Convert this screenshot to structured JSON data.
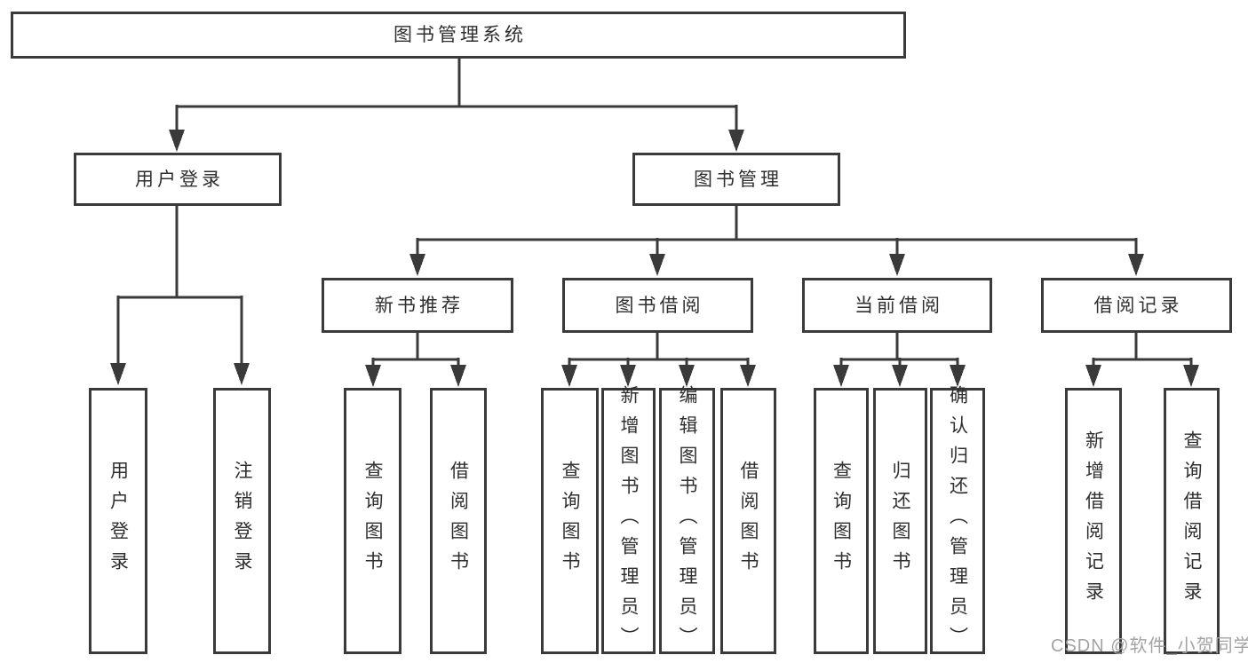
{
  "diagram": {
    "root": {
      "label": "图书管理系统"
    },
    "level2": [
      {
        "label": "用户登录"
      },
      {
        "label": "图书管理"
      }
    ],
    "level3": [
      {
        "label": "新书推荐"
      },
      {
        "label": "图书借阅"
      },
      {
        "label": "当前借阅"
      },
      {
        "label": "借阅记录"
      }
    ],
    "leaves": [
      {
        "label": "用户登录"
      },
      {
        "label": "注销登录"
      },
      {
        "label": "查询图书"
      },
      {
        "label": "借阅图书"
      },
      {
        "label": "查询图书"
      },
      {
        "label": "新增图书（管理员）"
      },
      {
        "label": "编辑图书（管理员）"
      },
      {
        "label": "借阅图书"
      },
      {
        "label": "查询图书"
      },
      {
        "label": "归还图书"
      },
      {
        "label": "确认归还（管理员）"
      },
      {
        "label": "新增借阅记录"
      },
      {
        "label": "查询借阅记录"
      }
    ]
  },
  "watermark": "CSDN @软件_小贺同学",
  "colors": {
    "line": "#3a3a3a",
    "text": "#2f2f2f",
    "watermark": "#a3a3a3"
  }
}
